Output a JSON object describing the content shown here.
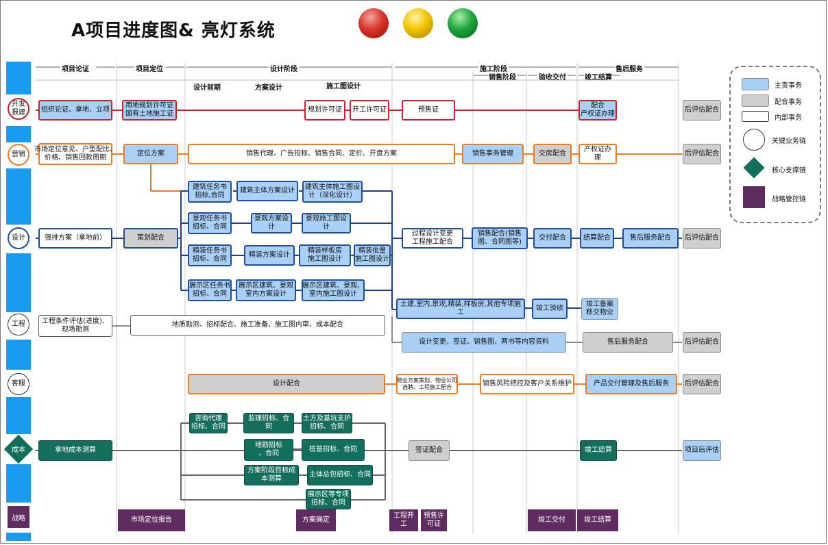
{
  "title": "A项目进度图& 亮灯系统",
  "lamps": [
    "red-lamp",
    "yellow-lamp",
    "green-lamp"
  ],
  "phases": {
    "xmlz": "项目论证",
    "xmdw": "项目定位",
    "sjjd": "设计阶段",
    "sgjd": "施工阶段",
    "hsfw": "售后服务",
    "xsjd": "销售阶段",
    "ysjf": "验收交付",
    "jgjs": "竣工结算",
    "sjqq": "设计前期",
    "fasj": "方案设计",
    "sgtsj": "施工图设计"
  },
  "rows": {
    "kaifa": "开发\n报建",
    "yingxiao": "营销",
    "sheji": "设计",
    "gongcheng": "工程",
    "kefu": "客服",
    "chengben": "成本",
    "zhanlue": "战略"
  },
  "boxes": {
    "b01": "组织论证、拿地、立项",
    "b02": "用地规划许可证\n国有土地施工证",
    "b03": "规划许可证",
    "b04": "开工许可证",
    "b05": "预售证",
    "b06": "配合\n产权证办理",
    "b07": "后评估配合",
    "b08": "市场定位意见、户型配比、\n价格、销售回款周期",
    "b09": "定位方案",
    "b10": "销售代理、广告招标、销售合同、定价、开盘方案",
    "b11": "销售事务管理",
    "b12": "交房配合",
    "b13": "产权证办理",
    "b14": "后评估配合",
    "b15": "建筑任务书\n招标,合同",
    "b16": "建筑主体方案设计",
    "b17": "建筑主体施工图设\n计（深化设计）",
    "b18": "景观任务书\n招标、合同",
    "b19": "景观方案设计",
    "b20": "景观施工图设计",
    "b21": "精装任务书\n招标、合同",
    "b22": "精装方案设计",
    "b23": "精装样板房\n施工图设计",
    "b24": "精装批量\n施工图设计",
    "b25": "展示区任务书\n招标、合同",
    "b26": "展示区建筑、景观\n室内方案设计",
    "b27": "展示区建筑、景观、\n室内施工图设计",
    "b28": "强排方案（拿地前）",
    "b29": "策划配合",
    "b30": "过程设计变更\n工程施工配合",
    "b31": "销售配合(销售\n图、合同图等)",
    "b32": "交付配合",
    "b33": "结算配合",
    "b34": "售后服务配合",
    "b35": "后评估配合",
    "b36": "土建,室内,景观,精装,样板房,其他专项施工",
    "b37": "竣工验收",
    "b38": "竣工备案\n移交物业",
    "b39": "工程条件评估(进度)、\n现场勘测",
    "b40": "地质勘测、招标配合、施工准备、施工图内审、成本配合",
    "b41": "设计变更、签证、销售图、两书等内容资料",
    "b42": "售后服务配合",
    "b43": "后评估配合",
    "b44": "设计配合",
    "b45": "物业方案策划、物业公司\n选聘、工程施工配合",
    "b46": "销售风险把控及客户关系维护",
    "b47": "产品交付管理及售后服务",
    "b48": "后评估配合",
    "b49": "咨询代理\n招标、合同",
    "b50": "监理招标、合同",
    "b51": "土方及基坑支护\n招标、合同",
    "b52": "拿地成本测算",
    "b53": "地勘招标\n、合同",
    "b54": "桩基招标、合同",
    "b55": "签证配合",
    "b56": "竣工结算",
    "b57": "项目后评估",
    "b58": "方案阶段目标成\n本测算",
    "b59": "主体总包招标、合同",
    "b60": "展示区等专项\n招标、合同",
    "b61": "市场定位报告",
    "b62": "方案确定",
    "b63": "工程开工",
    "b64": "预售许\n可证",
    "b65": "竣工交付",
    "b66": "竣工结算"
  },
  "legend": {
    "main": "主责事务",
    "coop": "配合事务",
    "internal": "内部事务",
    "key_chain": "关键业务链",
    "core_chain": "核心支撑链",
    "strategy_chain": "战略管控链"
  }
}
